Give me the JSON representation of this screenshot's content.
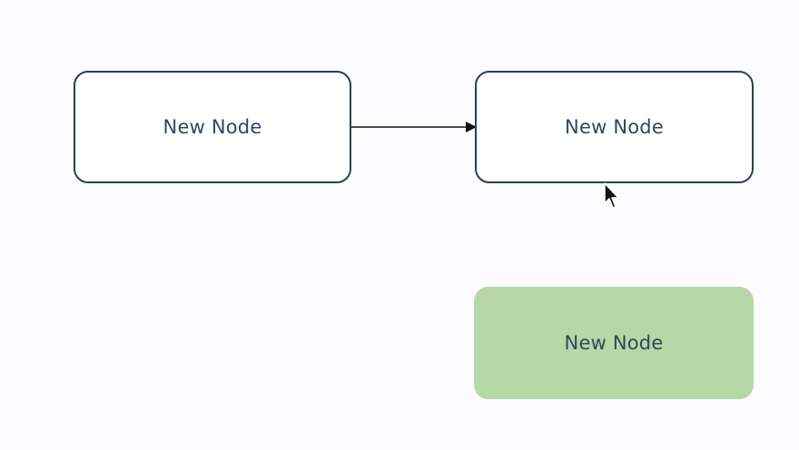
{
  "nodes": [
    {
      "id": "node-1",
      "label": "New Node",
      "style": "outline"
    },
    {
      "id": "node-2",
      "label": "New Node",
      "style": "outline"
    },
    {
      "id": "node-3",
      "label": "New Node",
      "style": "filled"
    }
  ],
  "edges": [
    {
      "from": "node-1",
      "to": "node-2",
      "arrow": "end"
    }
  ],
  "colors": {
    "node_border": "#2a3e57",
    "node_text": "#34465e",
    "filled_node": "#b5d8a6",
    "edge": "#111111",
    "background": "#fcfbfd"
  },
  "icons": {
    "cursor": "mouse-pointer-icon"
  }
}
